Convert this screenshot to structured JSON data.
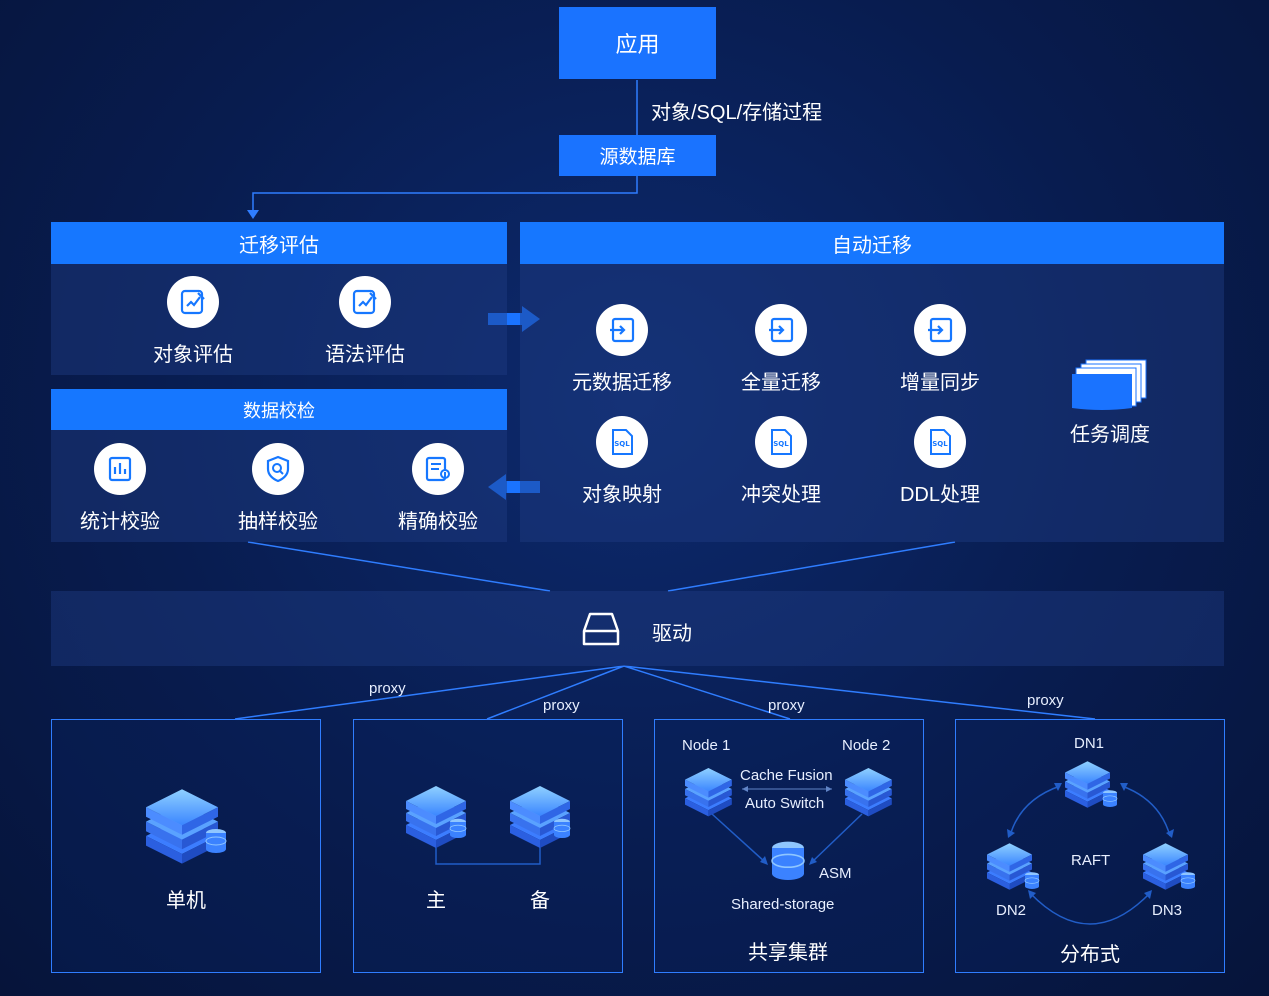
{
  "app": {
    "label": "应用"
  },
  "flow_label": "对象/SQL/存储过程",
  "source_db": {
    "label": "源数据库"
  },
  "assessment": {
    "title": "迁移评估",
    "items": [
      {
        "label": "对象评估",
        "icon": "edit-doc-icon"
      },
      {
        "label": "语法评估",
        "icon": "edit-doc-icon"
      }
    ]
  },
  "validation": {
    "title": "数据校检",
    "items": [
      {
        "label": "统计校验",
        "icon": "chart-doc-icon"
      },
      {
        "label": "抽样校验",
        "icon": "shield-search-icon"
      },
      {
        "label": "精确校验",
        "icon": "doc-check-icon"
      }
    ]
  },
  "auto_migration": {
    "title": "自动迁移",
    "row1": [
      {
        "label": "元数据迁移",
        "icon": "import-icon"
      },
      {
        "label": "全量迁移",
        "icon": "import-icon"
      },
      {
        "label": "增量同步",
        "icon": "import-icon"
      }
    ],
    "row2": [
      {
        "label": "对象映射",
        "icon": "sql-file-icon",
        "badge": "SQL"
      },
      {
        "label": "冲突处理",
        "icon": "sql-file-icon",
        "badge": "SQL"
      },
      {
        "label": "DDL处理",
        "icon": "sql-file-icon",
        "badge": "SQL"
      }
    ],
    "scheduler": {
      "label": "任务调度",
      "icon": "stacked-folders-icon"
    }
  },
  "driver": {
    "label": "驱动",
    "icon": "drive-icon"
  },
  "proxy_label": "proxy",
  "deployments": {
    "standalone": {
      "label": "单机"
    },
    "primary_standby": {
      "primary": "主",
      "standby": "备"
    },
    "shared_cluster": {
      "label": "共享集群",
      "node1": "Node 1",
      "node2": "Node 2",
      "cache_fusion": "Cache Fusion",
      "auto_switch": "Auto Switch",
      "asm": "ASM",
      "shared_storage": "Shared-storage"
    },
    "distributed": {
      "label": "分布式",
      "dn1": "DN1",
      "dn2": "DN2",
      "dn3": "DN3",
      "raft": "RAFT"
    }
  },
  "colors": {
    "accent": "#1677ff",
    "background": "#081c4f",
    "line": "#2f7dff"
  }
}
